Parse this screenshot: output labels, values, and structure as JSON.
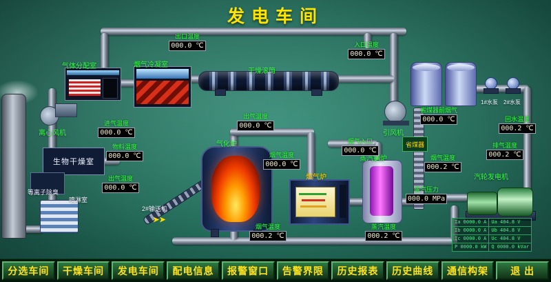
{
  "title": "发电车间",
  "nav": {
    "items": [
      "分选车间",
      "干燥车间",
      "发电车间",
      "配电信息",
      "报警窗口",
      "告警界限",
      "历史报表",
      "历史曲线",
      "通信构架",
      "退 出"
    ]
  },
  "equipment": {
    "gas_distribution_room": "气体分配室",
    "flue_gas_condenser": "烟气冷凝室",
    "drying_drum": "干燥滚筒",
    "centrifugal_fan": "离心风机",
    "bio_drying_room": "生物干燥室",
    "plasma_deodorizer": "等离子除臭",
    "spray_room": "喷淋室",
    "gasifier": "气化炉",
    "conveyor_2": "2#输送机",
    "gas_furnace": "燃气炉",
    "steam_boiler": "蒸汽锅炉",
    "induced_draft_fan": "引风机",
    "economizer": "省煤器",
    "turbine_generator": "汽轮发电机",
    "pump_1": "1#水泵",
    "pump_2": "2#水泵"
  },
  "gauges": [
    {
      "label": "出口温度",
      "value": "000.0 ℃"
    },
    {
      "label": "入口温度",
      "value": "000.0 ℃"
    },
    {
      "label": "进气温度",
      "value": "000.0 ℃"
    },
    {
      "label": "物料温度",
      "value": "000.0 ℃"
    },
    {
      "label": "出气温度",
      "value": "000.0 ℃"
    },
    {
      "label": "出气温度",
      "value": "000.0 ℃"
    },
    {
      "label": "烟气温度",
      "value": "000.0 ℃"
    },
    {
      "label": "烟气入口",
      "value": "000.0 ℃"
    },
    {
      "label": "省煤器前烟气",
      "value": "000.0 ℃"
    },
    {
      "label": "烟气温度",
      "value": "000.2 ℃"
    },
    {
      "label": "排气温度",
      "value": "000.2 ℃"
    },
    {
      "label": "回水温度",
      "value": "000.2 ℃"
    },
    {
      "label": "蒸汽压力",
      "value": "000.0 MPa"
    },
    {
      "label": "烟气温度",
      "value": "000.2 ℃"
    },
    {
      "label": "蒸汽温度",
      "value": "000.2 ℃"
    }
  ],
  "meter_table": {
    "rows": [
      [
        "Ia 0000.0 A",
        "Ua 404.8 V"
      ],
      [
        "Ib 0000.0 A",
        "Ub 404.8 V"
      ],
      [
        "Ic 0000.0 A",
        "Uc 404.8 V"
      ],
      [
        "P 0000.0 kW",
        "Q 0000.0 kVar"
      ]
    ]
  },
  "icons": {
    "flow_arrows": "➤➤"
  }
}
